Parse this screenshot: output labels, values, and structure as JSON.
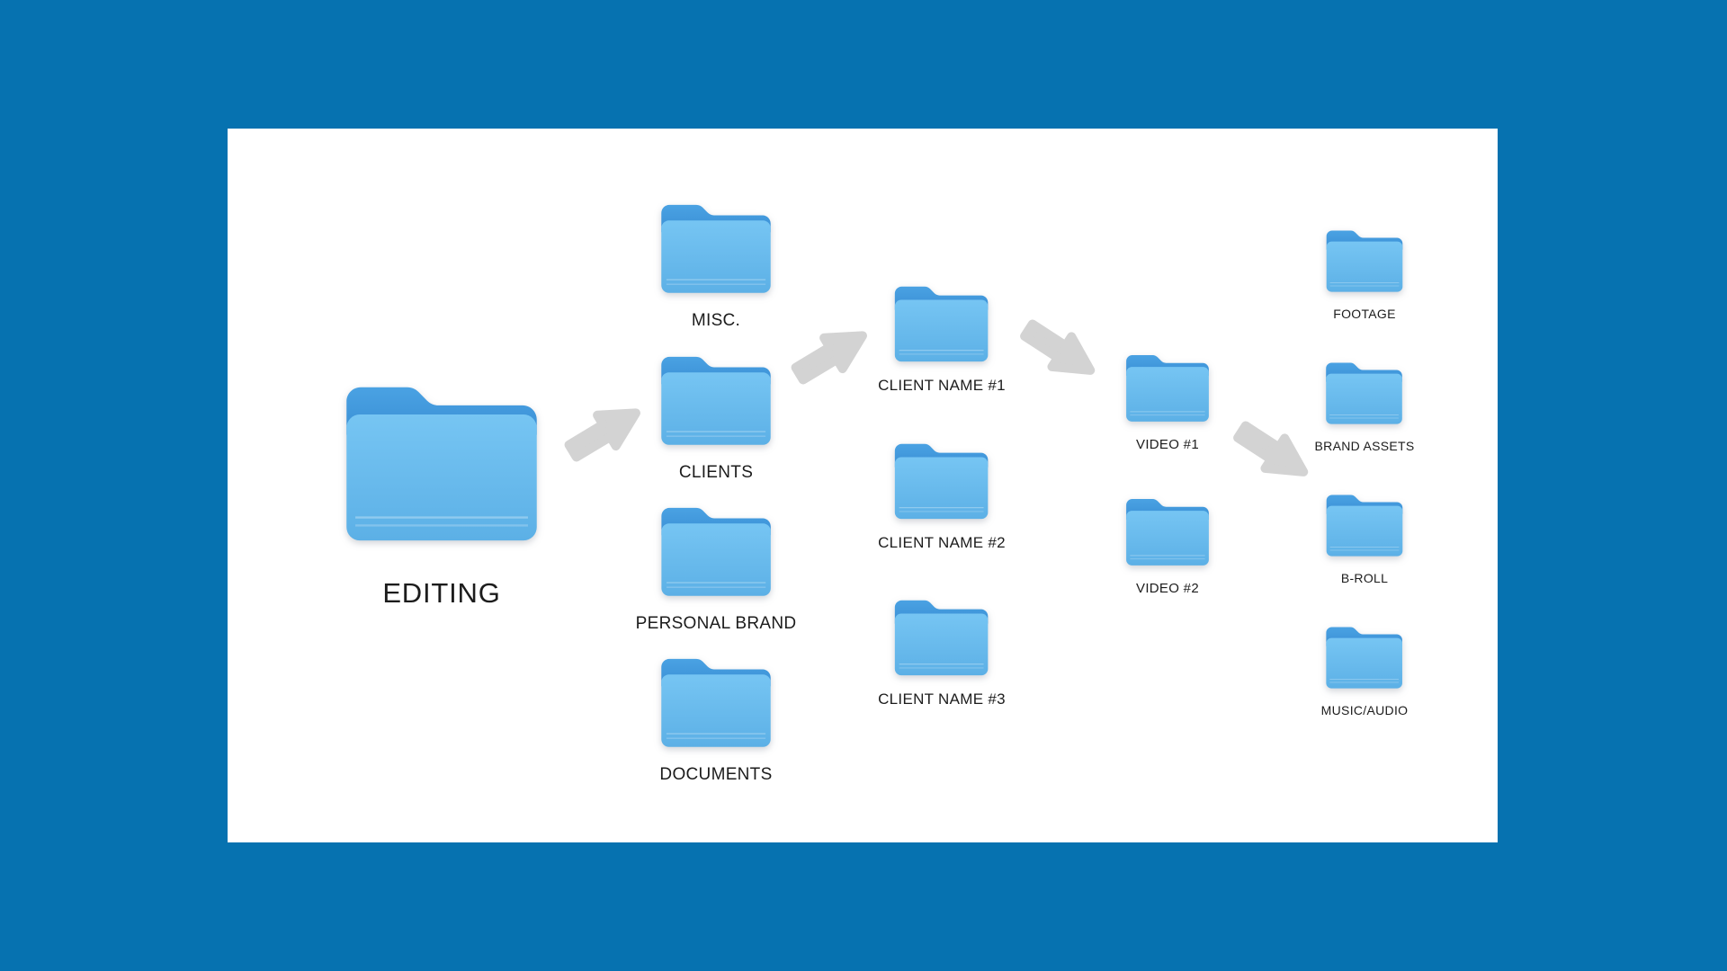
{
  "nodes": {
    "editing": "EDITING",
    "misc": "MISC.",
    "clients": "CLIENTS",
    "personal_brand": "PERSONAL BRAND",
    "documents": "DOCUMENTS",
    "client1": "CLIENT NAME #1",
    "client2": "CLIENT NAME #2",
    "client3": "CLIENT NAME #3",
    "video1": "VIDEO #1",
    "video2": "VIDEO #2",
    "footage": "FOOTAGE",
    "brand_assets": "BRAND ASSETS",
    "b_roll": "B-ROLL",
    "music_audio": "MUSIC/AUDIO"
  },
  "hierarchy": {
    "EDITING": {
      "MISC.": {},
      "CLIENTS": {
        "CLIENT NAME #1": {
          "VIDEO #1": {
            "FOOTAGE": {},
            "BRAND ASSETS": {},
            "B-ROLL": {},
            "MUSIC/AUDIO": {}
          },
          "VIDEO #2": {}
        },
        "CLIENT NAME #2": {},
        "CLIENT NAME #3": {}
      },
      "PERSONAL BRAND": {},
      "DOCUMENTS": {}
    }
  },
  "icons": {
    "folder": "macos-blue-folder-icon",
    "arrow": "thick-gray-right-arrow-icon"
  },
  "colors": {
    "background": "#0672b0",
    "surface": "#ffffff",
    "folder_tab": "#3e95d8",
    "folder_body_top": "#76c5f3",
    "folder_body_bottom": "#5cb0e6",
    "arrow": "#d3d3d3",
    "label": "#1c1c1c"
  }
}
